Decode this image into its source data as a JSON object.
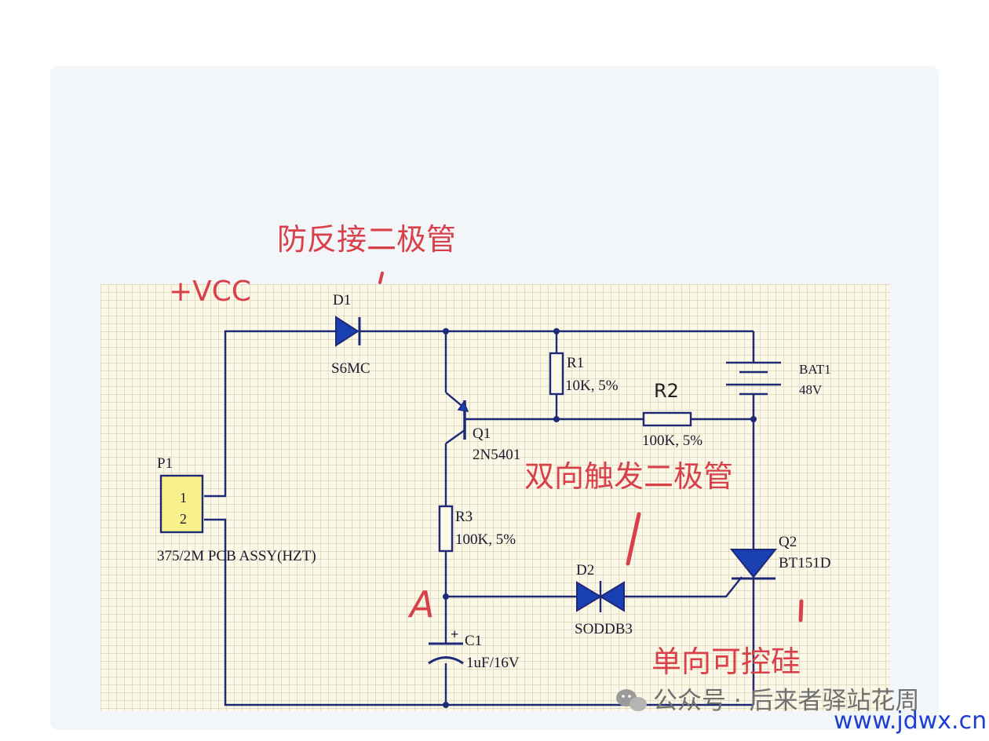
{
  "annotations": {
    "vcc": "+VCC",
    "anti_reverse_diode": "防反接二极管",
    "bidirectional_trigger_diode": "双向触发二极管",
    "unidirectional_scr": "单向可控硅",
    "node_a": "A",
    "r2_handwritten": "R2"
  },
  "components": {
    "p1": {
      "ref": "P1",
      "pin1": "1",
      "pin2": "2",
      "desc": "375/2M PCB ASSY(HZT)"
    },
    "d1": {
      "ref": "D1",
      "value": "S6MC"
    },
    "r1": {
      "ref": "R1",
      "value": "10K, 5%"
    },
    "r2": {
      "value": "100K, 5%"
    },
    "bat1": {
      "ref": "BAT1",
      "value": "48V"
    },
    "q1": {
      "ref": "Q1",
      "value": "2N5401"
    },
    "r3": {
      "ref": "R3",
      "value": "100K, 5%"
    },
    "d2": {
      "ref": "D2",
      "value": "SODDB3"
    },
    "q2": {
      "ref": "Q2",
      "value": "BT151D"
    },
    "c1": {
      "ref": "C1",
      "value": "1uF/16V",
      "polarity": "+"
    }
  },
  "watermark": {
    "text": "公众号 · 后来者驿站花周",
    "url": "www.jdwx.cn",
    "icon": "wechat-icon"
  },
  "colors": {
    "wire": "#1e2a78",
    "component_fill": "#1a3fb0",
    "annotation": "#d8414a",
    "url": "#1d3fd1",
    "connector_fill": "#f8f08a"
  }
}
